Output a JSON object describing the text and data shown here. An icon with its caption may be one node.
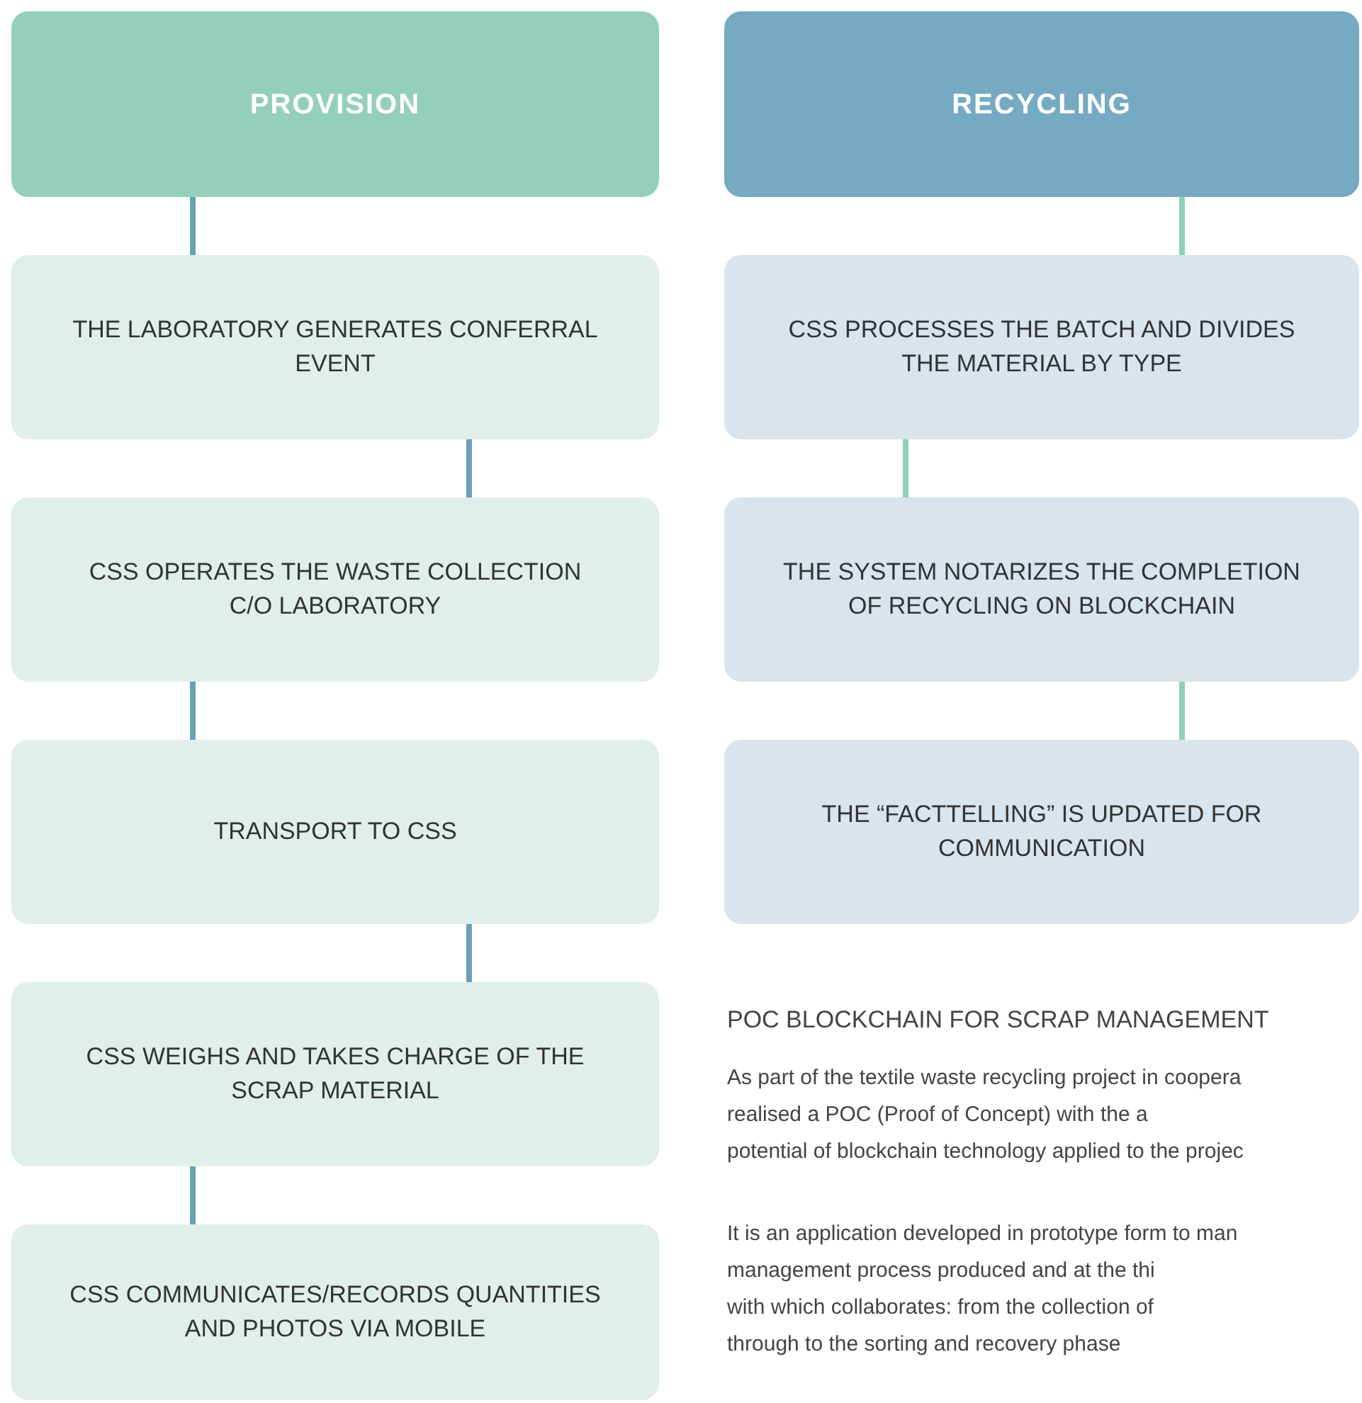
{
  "diagram": {
    "nodes": [
      {
        "text": [
          "PROVISION"
        ]
      },
      {
        "text": [
          "THE LABORATORY GENERATES CONFERRAL EVENT"
        ]
      },
      {
        "text": [
          "CSS OPERATES THE WASTE COLLECTION C/O LABORATORY"
        ]
      },
      {
        "text": [
          "TRANSPORT TO CSS"
        ]
      },
      {
        "text": [
          "CSS WEIGHS AND TAKES CHARGE OF THE SCRAP MATERIAL"
        ]
      },
      {
        "text": [
          "CSS COMMUNICATES/RECORDS QUANTITIES AND PHOTOS VIA MOBILE"
        ]
      },
      {
        "text": [
          "RECYCLING"
        ]
      },
      {
        "text": [
          "CSS PROCESSES THE BATCH AND DIVIDES THE MATERIAL BY TYPE"
        ]
      },
      {
        "text": [
          "THE SYSTEM NOTARIZES THE COMPLETION OF RECYCLING ON BLOCKCHAIN"
        ]
      },
      {
        "text": [
          "THE “FACTTELLING” IS UPDATED FOR COMMUNICATION"
        ]
      }
    ],
    "edges": [
      {
        "from": 0,
        "to": 1,
        "arrow": "none"
      },
      {
        "from": 1,
        "to": 2,
        "arrow": "none"
      },
      {
        "from": 2,
        "to": 3,
        "arrow": "none"
      },
      {
        "from": 3,
        "to": 4,
        "arrow": "none"
      },
      {
        "from": 4,
        "to": 5,
        "arrow": "none"
      },
      {
        "from": 6,
        "to": 7,
        "arrow": "none",
        "color": "#8fcfb8"
      },
      {
        "from": 7,
        "to": 8,
        "arrow": "none",
        "color": "#8fcfb8"
      },
      {
        "from": 8,
        "to": 9,
        "arrow": "none",
        "color": "#8fcfb8"
      }
    ],
    "labels": [
      "POC BLOCKCHAIN FOR SCRAP MANAGEMENT",
      "As part of the textile waste recycling project in coopera",
      "realised a POC (Proof of Concept) with the a",
      "potential of blockchain technology applied to the projec",
      "It is an application developed in prototype form to man",
      "management process produced and at the thi",
      "with which collaborates: from the collection of",
      "through to the sorting and recovery phase"
    ]
  }
}
